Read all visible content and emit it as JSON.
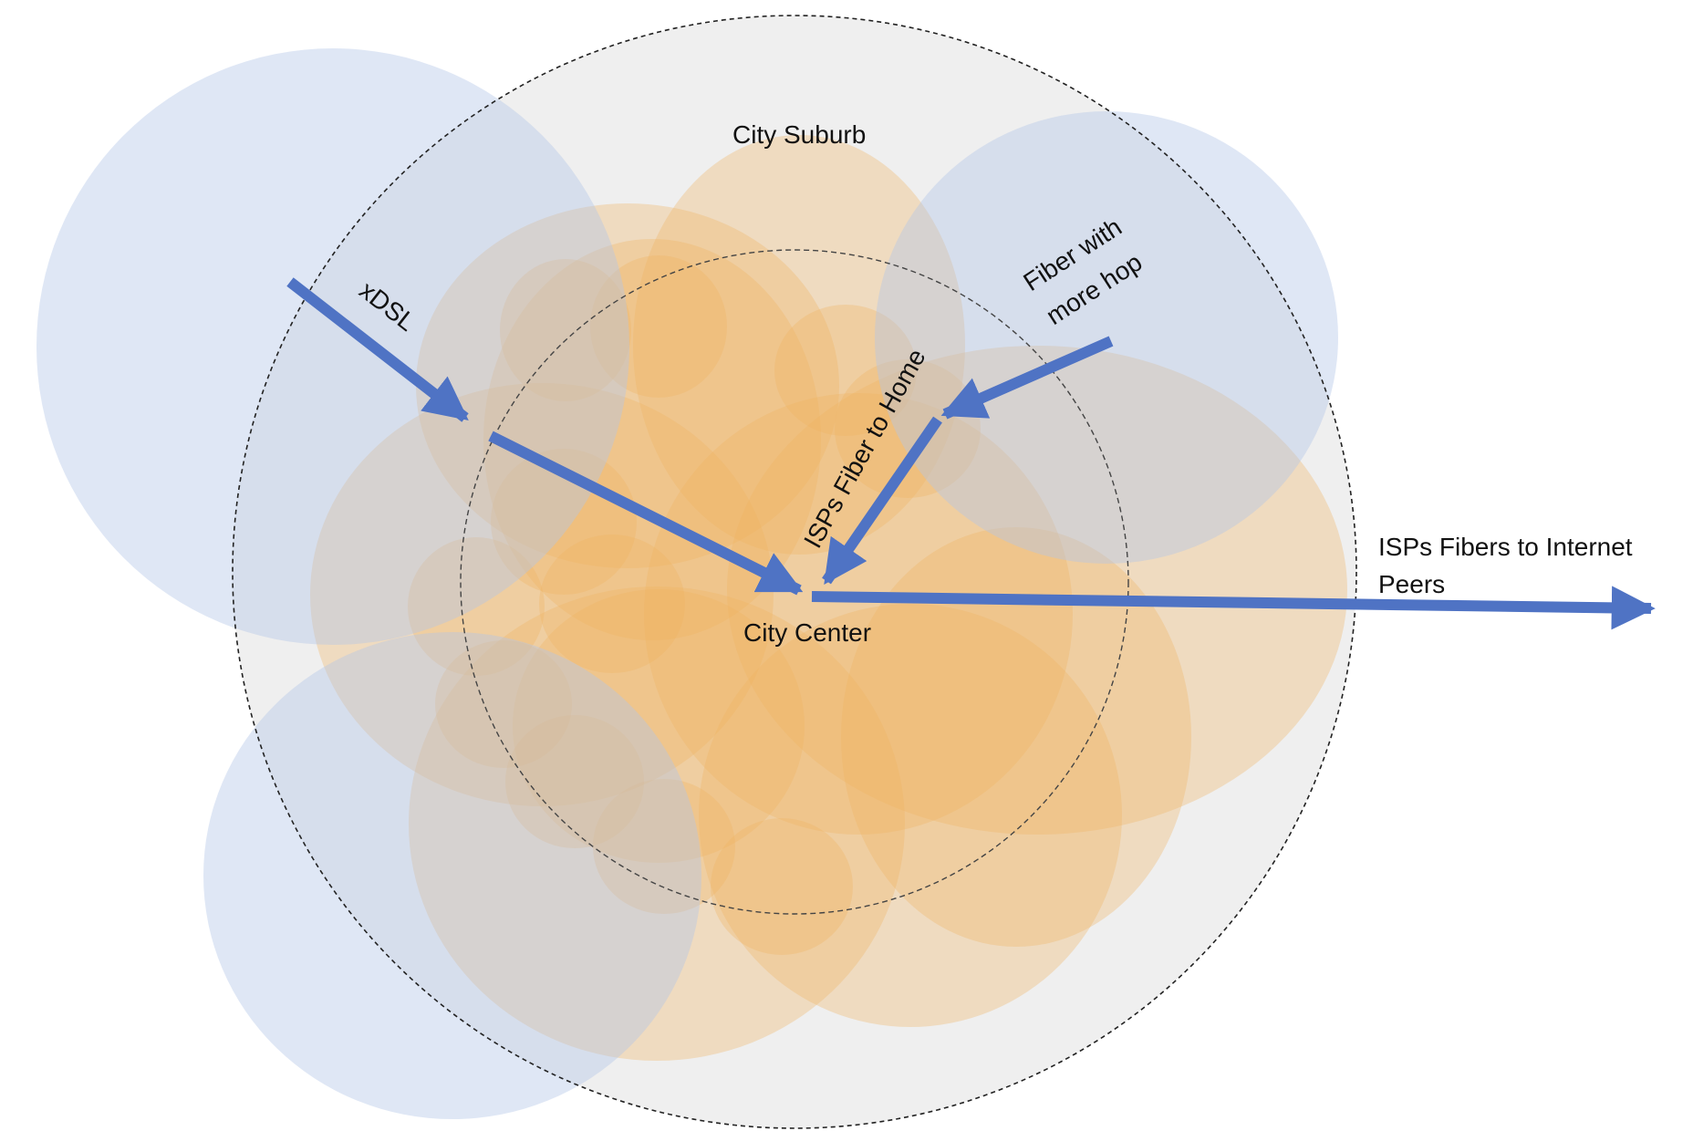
{
  "labels": {
    "city_suburb": "City Suburb",
    "city_center": "City Center",
    "xdsl": "xDSL",
    "isp_fiber_home": "ISPs Fiber to Home",
    "fiber_hop_line1": "Fiber with",
    "fiber_hop_line2": "more hop",
    "isp_internet_line1": "ISPs Fibers to Internet",
    "isp_internet_line2": "Peers"
  },
  "colors": {
    "suburb_fill": "#efefef",
    "boundary_stroke": "#222222",
    "orange_area": "#f0b360",
    "blue_area": "#b3c5e6",
    "arrow": "#4f73c4"
  }
}
